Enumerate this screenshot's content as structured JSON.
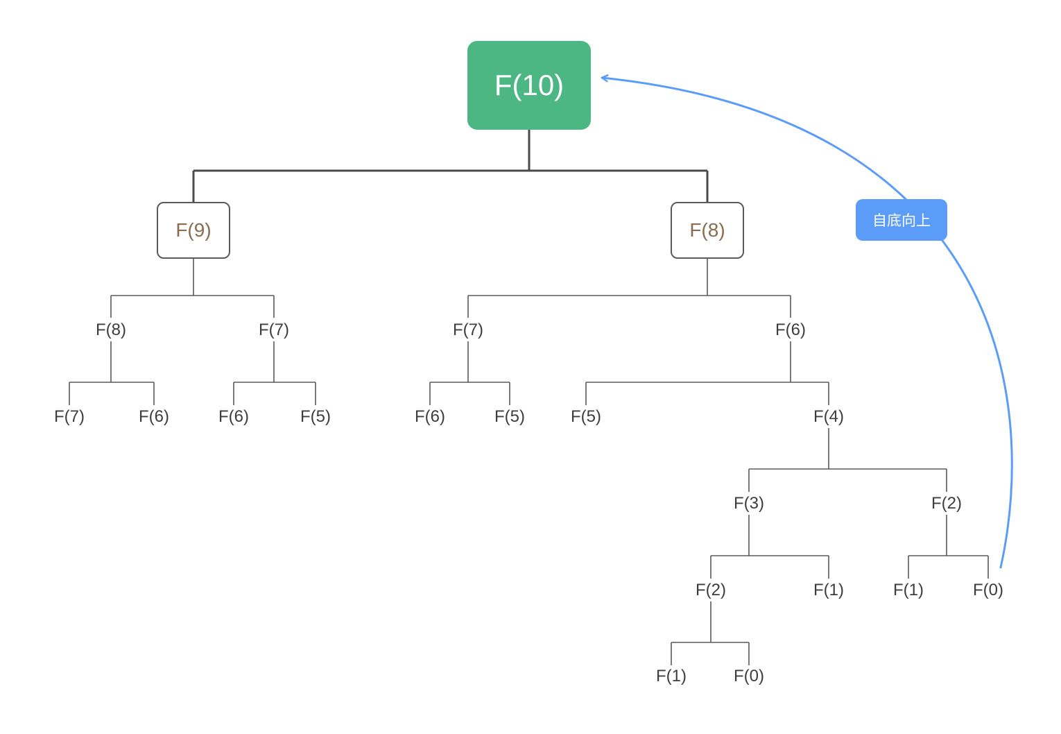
{
  "diagram": {
    "description": "Fibonacci recursion tree for F(10)",
    "annotation_label": "自底向上"
  },
  "colors": {
    "root_bg": "#4cb782",
    "root_text": "#ffffff",
    "box_border": "#595959",
    "box_text": "#8a6c4e",
    "plain_text": "#3d3d3d",
    "connector_thick": "#4a4a4a",
    "connector_thin": "#5a5a5a",
    "arrow_blue": "#5a9cf8"
  },
  "nodes": [
    {
      "id": "n0",
      "label": "F(10)",
      "parent": null,
      "style": "root"
    },
    {
      "id": "n1",
      "label": "F(9)",
      "parent": "n0",
      "style": "box"
    },
    {
      "id": "n2",
      "label": "F(8)",
      "parent": "n0",
      "style": "box"
    },
    {
      "id": "n3",
      "label": "F(8)",
      "parent": "n1",
      "style": "text"
    },
    {
      "id": "n4",
      "label": "F(7)",
      "parent": "n1",
      "style": "text"
    },
    {
      "id": "n5",
      "label": "F(7)",
      "parent": "n2",
      "style": "text"
    },
    {
      "id": "n6",
      "label": "F(6)",
      "parent": "n2",
      "style": "text"
    },
    {
      "id": "n7",
      "label": "F(7)",
      "parent": "n3",
      "style": "text"
    },
    {
      "id": "n8",
      "label": "F(6)",
      "parent": "n3",
      "style": "text"
    },
    {
      "id": "n9",
      "label": "F(6)",
      "parent": "n4",
      "style": "text"
    },
    {
      "id": "n10",
      "label": "F(5)",
      "parent": "n4",
      "style": "text"
    },
    {
      "id": "n11",
      "label": "F(6)",
      "parent": "n5",
      "style": "text"
    },
    {
      "id": "n12",
      "label": "F(5)",
      "parent": "n5",
      "style": "text"
    },
    {
      "id": "n13",
      "label": "F(5)",
      "parent": "n6",
      "style": "text"
    },
    {
      "id": "n14",
      "label": "F(4)",
      "parent": "n6",
      "style": "text"
    },
    {
      "id": "n15",
      "label": "F(3)",
      "parent": "n14",
      "style": "text"
    },
    {
      "id": "n16",
      "label": "F(2)",
      "parent": "n14",
      "style": "text"
    },
    {
      "id": "n17",
      "label": "F(2)",
      "parent": "n15",
      "style": "text"
    },
    {
      "id": "n18",
      "label": "F(1)",
      "parent": "n15",
      "style": "text"
    },
    {
      "id": "n19",
      "label": "F(1)",
      "parent": "n16",
      "style": "text"
    },
    {
      "id": "n20",
      "label": "F(0)",
      "parent": "n16",
      "style": "text"
    },
    {
      "id": "n21",
      "label": "F(1)",
      "parent": "n17",
      "style": "text"
    },
    {
      "id": "n22",
      "label": "F(0)",
      "parent": "n17",
      "style": "text"
    }
  ]
}
